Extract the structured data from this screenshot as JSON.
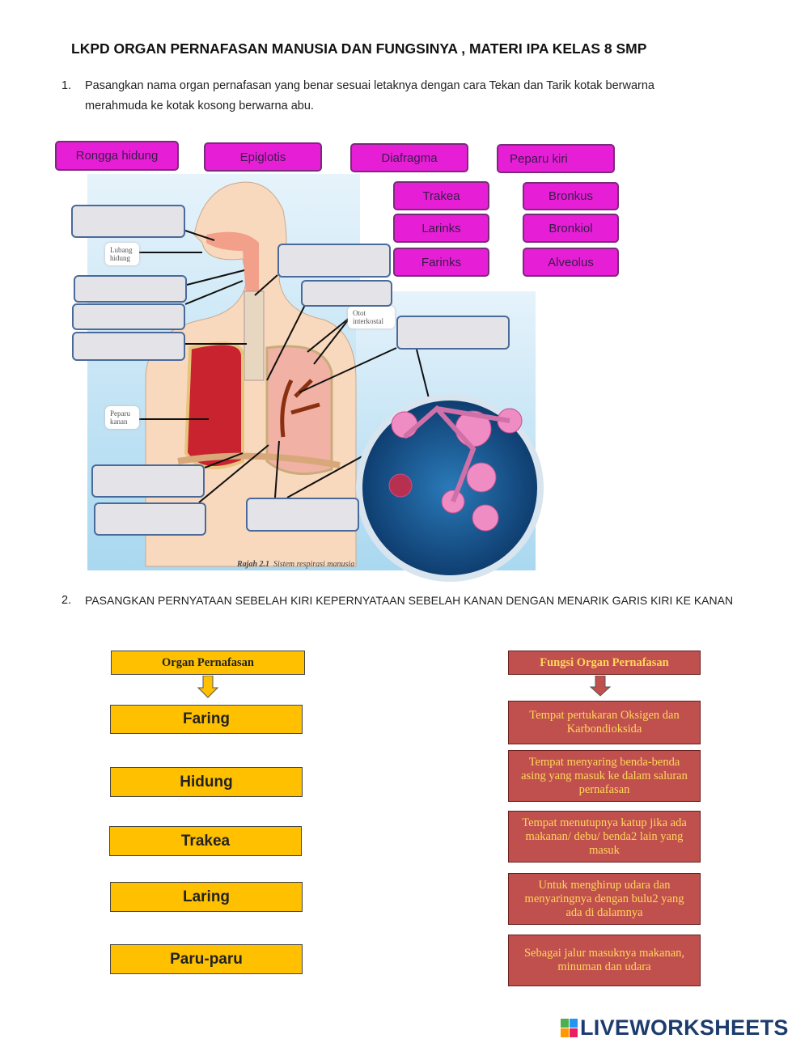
{
  "title": "LKPD ORGAN PERNAFASAN MANUSIA DAN FUNGSINYA  , MATERI IPA KELAS 8 SMP",
  "q1": {
    "number": "1.",
    "line1": "Pasangkan nama organ pernafasan yang benar sesuai letaknya dengan cara Tekan dan Tarik kotak berwarna",
    "line2": "merahmuda ke kotak kosong berwarna abu."
  },
  "drag_labels": [
    "Rongga hidung",
    "Epiglotis",
    "Diafragma",
    "Peparu kiri",
    "Trakea",
    "Bronkus",
    "Larinks",
    "Bronkiol",
    "Farinks",
    "Alveolus"
  ],
  "diagram": {
    "lubang": "Lubang hidung",
    "otot": "Otot interkostal",
    "peparu_kanan": "Peparu kanan",
    "caption_bold": "Rajah 2.1",
    "caption": "Sistem respirasi manusia"
  },
  "q2": {
    "number": "2.",
    "text": "PASANGKAN PERNYATAAN SEBELAH KIRI KEPERNYATAAN SEBELAH KANAN DENGAN MENARIK GARIS KIRI KE KANAN"
  },
  "left": {
    "header": "Organ Pernafasan",
    "items": [
      "Faring",
      "Hidung",
      "Trakea",
      "Laring",
      "Paru-paru"
    ]
  },
  "right": {
    "header": "Fungsi Organ Pernafasan",
    "items": [
      "Tempat pertukaran Oksigen dan Karbondioksida",
      "Tempat menyaring benda-benda asing yang masuk ke dalam saluran pernafasan",
      "Tempat menutupnya katup jika ada makanan/ debu/ benda2 lain yang masuk",
      "Untuk menghirup udara dan menyaringnya dengan bulu2 yang ada di dalamnya",
      "Sebagai jalur masuknya makanan, minuman dan udara"
    ]
  },
  "logo": "LIVEWORKSHEETS",
  "colors": {
    "pink": "#e61fd6",
    "yellow": "#ffc000",
    "red": "#c0504d"
  }
}
